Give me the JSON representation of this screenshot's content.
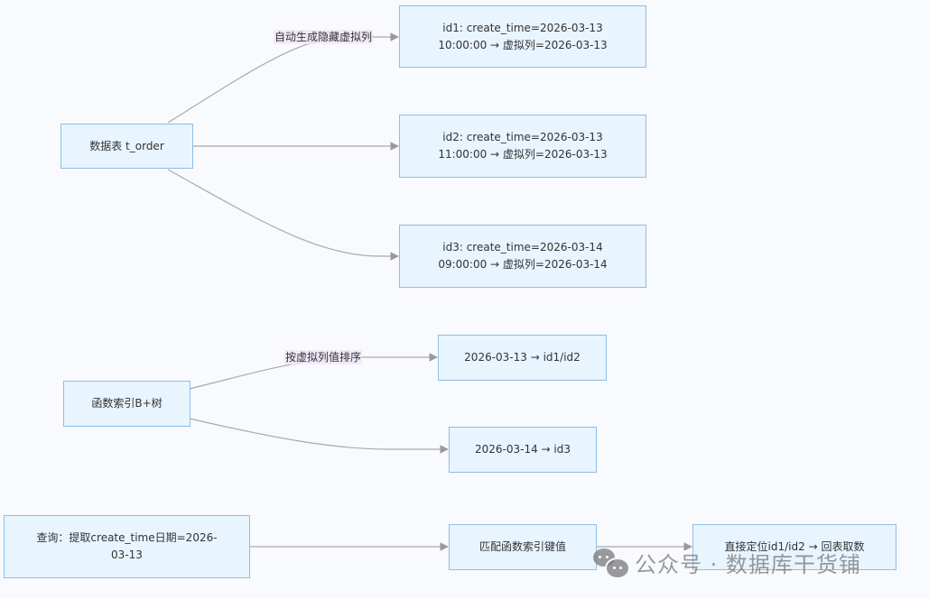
{
  "diagram": {
    "groups": [
      {
        "source": {
          "id": "t_order",
          "label": "数据表 t_order"
        },
        "edge_label": "自动生成隐藏虚拟列",
        "targets": [
          {
            "id": "row1",
            "line1": "id1: create_time=2026-03-13",
            "line2": "10:00:00 → 虚拟列=2026-03-13"
          },
          {
            "id": "row2",
            "line1": "id2: create_time=2026-03-13",
            "line2": "11:00:00 → 虚拟列=2026-03-13"
          },
          {
            "id": "row3",
            "line1": "id3: create_time=2026-03-14",
            "line2": "09:00:00 → 虚拟列=2026-03-14"
          }
        ]
      },
      {
        "source": {
          "id": "btree",
          "label": "函数索引B+树"
        },
        "edge_label": "按虚拟列值排序",
        "targets": [
          {
            "id": "key1",
            "label": "2026-03-13 → id1/id2"
          },
          {
            "id": "key2",
            "label": "2026-03-14 → id3"
          }
        ]
      },
      {
        "chain": [
          {
            "id": "query",
            "line1": "查询：提取create_time日期=2026-",
            "line2": "03-13"
          },
          {
            "id": "match",
            "label": "匹配函数索引键值"
          },
          {
            "id": "locate",
            "label": "直接定位id1/id2 → 回表取数"
          }
        ]
      }
    ],
    "colors": {
      "node_fill": "#e8f4fe",
      "node_border": "#8fbde6",
      "edge": "#999999",
      "label_bg": "#f0e6fa"
    }
  },
  "watermark": {
    "icon": "wechat-icon",
    "text": "公众号 · 数据库干货铺"
  }
}
